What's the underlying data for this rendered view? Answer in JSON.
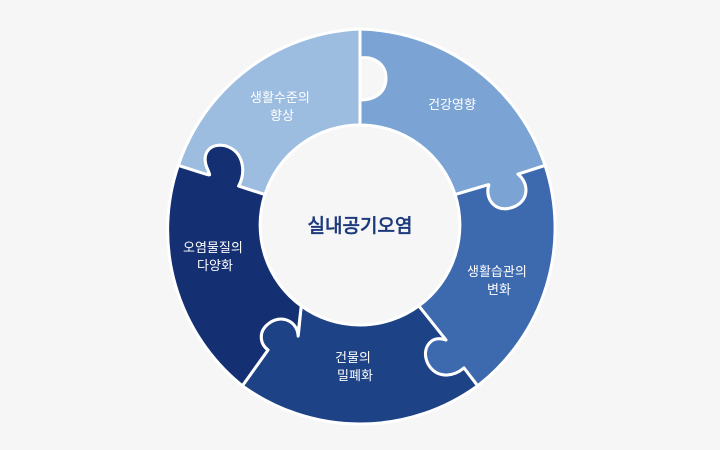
{
  "center": {
    "label": "실내공기오염"
  },
  "segments": [
    {
      "id": "living-standard",
      "lines": [
        "생활수준의",
        "향상"
      ],
      "color": "#9dbde0"
    },
    {
      "id": "health",
      "lines": [
        "건강영향"
      ],
      "color": "#7ba4d4"
    },
    {
      "id": "lifestyle",
      "lines": [
        "생활습관의",
        "변화"
      ],
      "color": "#3d6aaf"
    },
    {
      "id": "building",
      "lines": [
        "건물의",
        "밀폐화"
      ],
      "color": "#1d4286"
    },
    {
      "id": "pollutants",
      "lines": [
        "오염물질의",
        "다양화"
      ],
      "color": "#142f72"
    }
  ],
  "colors": {
    "background": "#f6f6f6",
    "center_fill": "#f6f6f6",
    "center_text": "#1d3a7c",
    "segment_text": "#ffffff"
  }
}
